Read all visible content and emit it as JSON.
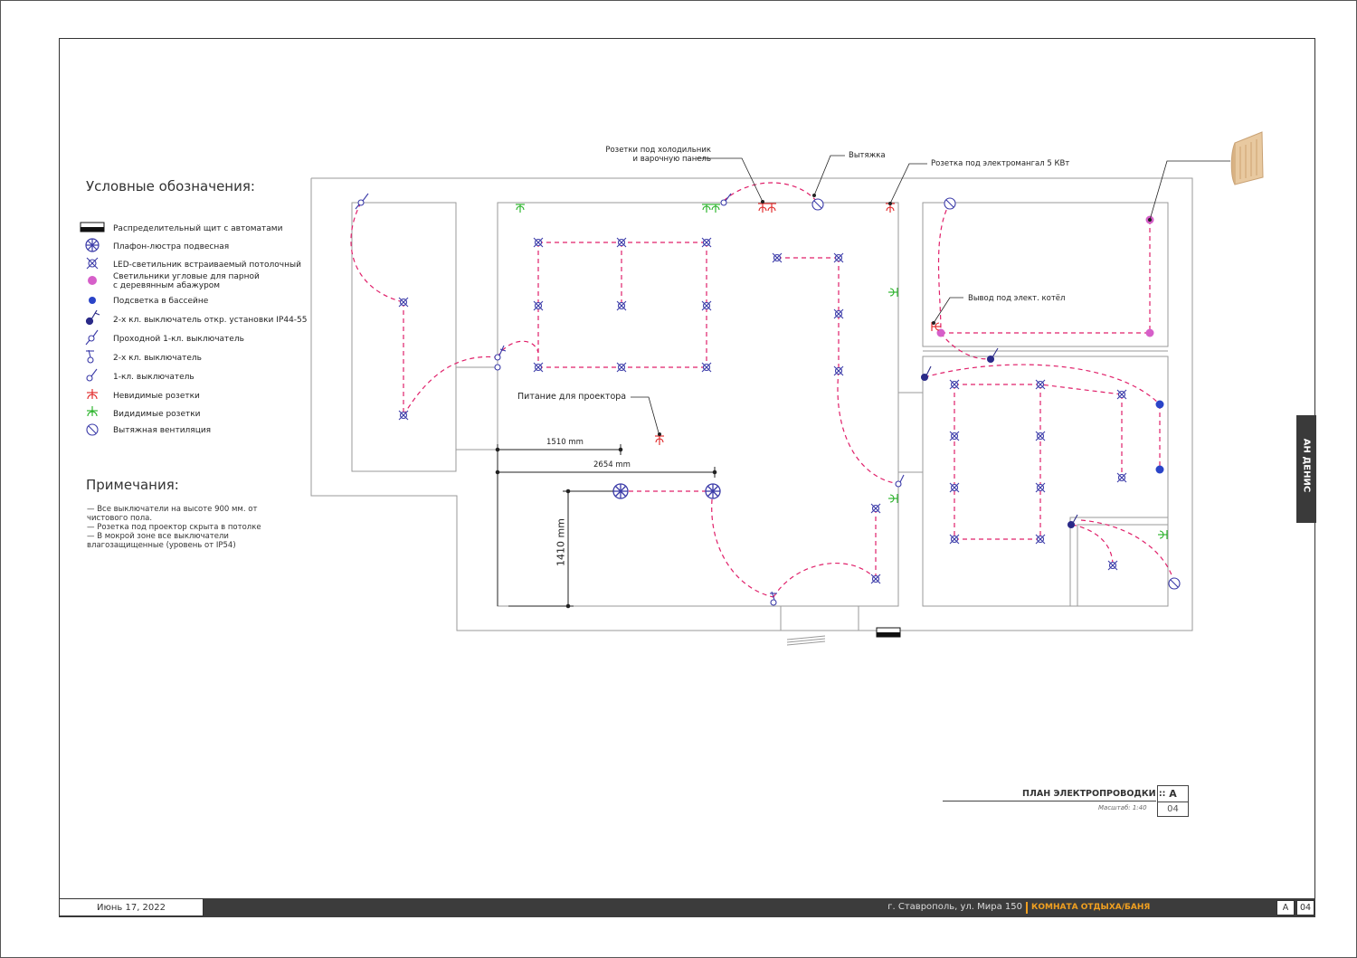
{
  "legend": {
    "title": "Условные обозначения:",
    "items": [
      {
        "label": "Распределительный щит с автоматами",
        "icon": "panel-icon"
      },
      {
        "label": "Плафон-люстра подвесная",
        "icon": "chandelier-icon"
      },
      {
        "label": "LED-светильник встраиваемый потолочный",
        "icon": "led-downlight-icon"
      },
      {
        "label": "Светильники угловые для парной\nс деревянным абажуром",
        "icon": "sauna-corner-light-icon"
      },
      {
        "label": "Подсветка в бассейне",
        "icon": "pool-light-icon"
      },
      {
        "label": "2-х кл. выключатель откр. установки IP44-55",
        "icon": "switch-2key-ip44-icon"
      },
      {
        "label": "Проходной 1-кл. выключатель",
        "icon": "pass-through-switch-icon"
      },
      {
        "label": "2-х кл. выключатель",
        "icon": "switch-2key-icon"
      },
      {
        "label": "1-кл. выключатель",
        "icon": "switch-1key-icon"
      },
      {
        "label": "Невидимые розетки",
        "icon": "hidden-socket-icon"
      },
      {
        "label": "Видидимые розетки",
        "icon": "visible-socket-icon"
      },
      {
        "label": "Вытяжная вентиляция",
        "icon": "exhaust-vent-icon"
      }
    ]
  },
  "notes": {
    "title": "Примечания:",
    "text": "— Все выключатели на высоте 900 мм. от чистового пола.\n— Розетка под проектор скрыта в потолке\n— В мокрой зоне все выключатели влагозащищенные (уровень от IP54)"
  },
  "callouts": {
    "fridge_sockets": "Розетки под холодильник\nи варочную панель",
    "hood": "Вытяжка",
    "grill_socket": "Розетка под электромангал 5 КВт",
    "boiler_output": "Вывод под элект. котёл",
    "projector_power": "Питание для проектора"
  },
  "dimensions": {
    "d1": "1510 mm",
    "d2": "2654 mm",
    "d3": "1410 mm"
  },
  "stamp": {
    "title": "ПЛАН ЭЛЕКТРОПРОВОДКИ ::",
    "sheet_letter": "A",
    "sheet_number": "04",
    "scale": "Масштаб: 1:40"
  },
  "side_tab": "АН ДЕНИС",
  "footer": {
    "date": "Июнь 17, 2022",
    "address": "г. Ставрополь, ул. Мира 150",
    "room": "КОМНАТА ОТДЫХА/БАНЯ",
    "letter": "A",
    "page": "04"
  },
  "colors": {
    "wire": "#e0206a",
    "fixture": "#3a3aa8",
    "hidden_socket": "#e02020",
    "visible_socket": "#20b020",
    "pool_light": "#2a44c8",
    "sauna_light": "#d65fc9",
    "wall": "#9a9a9a"
  }
}
